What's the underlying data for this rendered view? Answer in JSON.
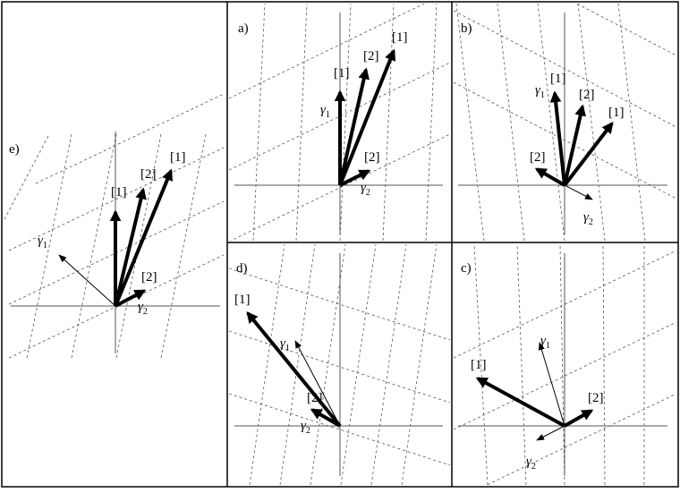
{
  "panels": [
    {
      "id": "a",
      "label": "a)",
      "vector_labels": [
        "[1]",
        "[1]",
        "[2]",
        "[2]"
      ],
      "basis_labels": [
        "γ1",
        "γ2"
      ]
    },
    {
      "id": "b",
      "label": "b)",
      "vector_labels": [
        "[1]",
        "[1]",
        "[2]",
        "[2]"
      ],
      "basis_labels": [
        "γ1",
        "γ2"
      ]
    },
    {
      "id": "c",
      "label": "c)",
      "vector_labels": [
        "[1]",
        "[2]"
      ],
      "basis_labels": [
        "γ1",
        "γ2"
      ]
    },
    {
      "id": "d",
      "label": "d)",
      "vector_labels": [
        "[1]",
        "[2]"
      ],
      "basis_labels": [
        "γ1",
        "γ2"
      ]
    },
    {
      "id": "e",
      "label": "e)",
      "vector_labels": [
        "[1]",
        "[1]",
        "[2]",
        "[2]"
      ],
      "basis_labels": [
        "γ1",
        "γ2"
      ]
    }
  ]
}
